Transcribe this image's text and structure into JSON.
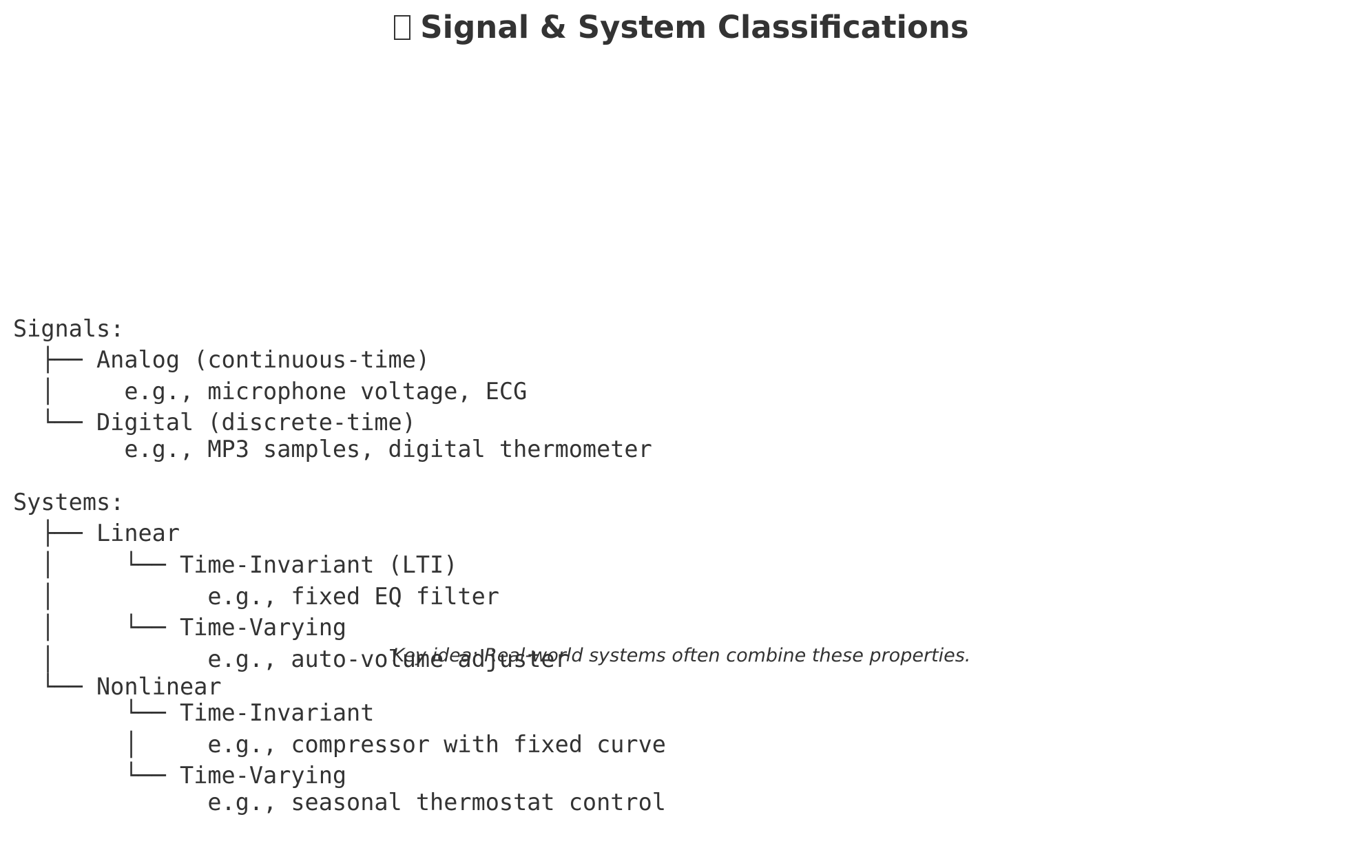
{
  "title": {
    "icon": "box-icon",
    "text": "Signal & System Classifications"
  },
  "tree_lines": [
    "Signals:",
    "  ├── Analog (continuous-time)",
    "  │     e.g., microphone voltage, ECG",
    "  └── Digital (discrete-time)",
    "        e.g., MP3 samples, digital thermometer",
    "Systems:",
    "  ├── Linear",
    "  │     └── Time-Invariant (LTI)",
    "  │           e.g., fixed EQ filter",
    "  │     └── Time-Varying",
    "  │           e.g., auto-volume adjuster",
    "  └── Nonlinear",
    "        └── Time-Invariant",
    "        │     e.g., compressor with fixed curve",
    "        └── Time-Varying",
    "              e.g., seasonal thermostat control"
  ],
  "note": "Key idea: Real-world systems often combine these properties."
}
